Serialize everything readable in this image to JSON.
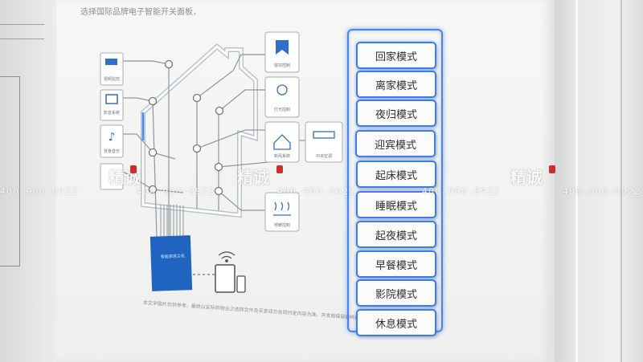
{
  "top_caption": "选择国际品牌电子智能开关面板，",
  "devices": [
    {
      "id": "camera",
      "label": "视频监控"
    },
    {
      "id": "tv",
      "label": "影音系统"
    },
    {
      "id": "music",
      "label": "背景音乐"
    },
    {
      "id": "curtain",
      "label": "窗帘控制"
    },
    {
      "id": "light",
      "label": "灯光控制"
    },
    {
      "id": "fresh_air",
      "label": "新风系统"
    },
    {
      "id": "ac",
      "label": "中央空调"
    },
    {
      "id": "floor_heat",
      "label": "地暖控制"
    }
  ],
  "hub_label": "智能家居主机",
  "footnote": "本文字图片仅供参考，最终以实际的物业之选择文件及买卖双方合同约定内容为准，开发商保留最终解释权。",
  "modes": [
    "回家模式",
    "离家模式",
    "夜归模式",
    "迎宾模式",
    "起床模式",
    "睡眠模式",
    "起夜模式",
    "早餐模式",
    "影院模式",
    "休息模式"
  ],
  "watermark": {
    "phone": "400-900-8922",
    "logo": "精诚"
  },
  "accent_color": "#3b7ee6"
}
